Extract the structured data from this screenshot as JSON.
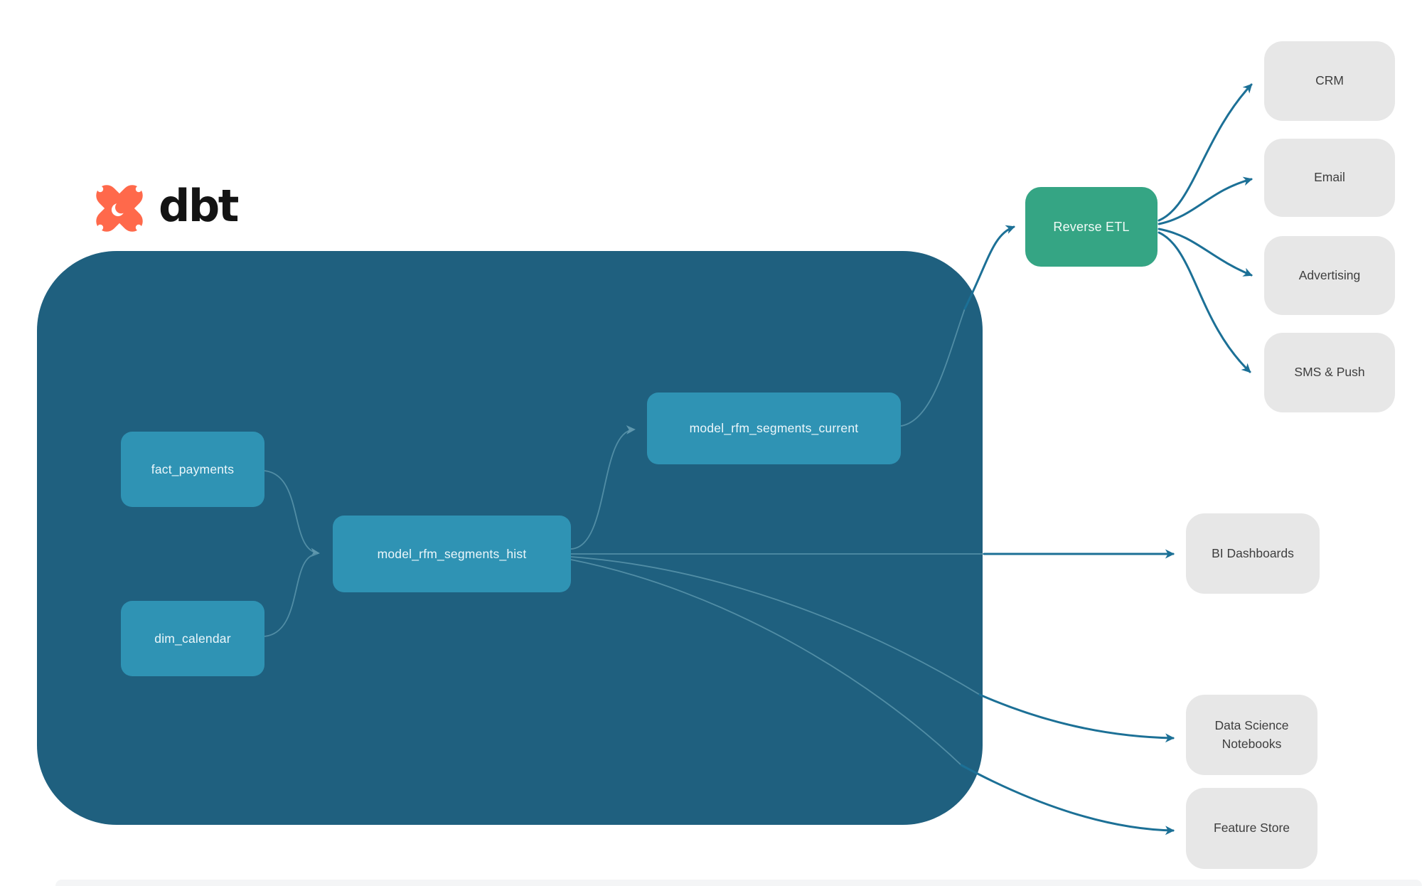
{
  "brand": {
    "name": "dbt"
  },
  "colors": {
    "container": "#1F607F",
    "node": "#2F93B4",
    "reverse_etl_green": "#35A584",
    "destination_gray": "#E7E7E7",
    "arrow_blue": "#1C7096",
    "inner_line_teal": "#5E99AF",
    "logo_orange": "#FF694B"
  },
  "warehouse": {
    "nodes": [
      {
        "label": "fact_payments"
      },
      {
        "label": "dim_calendar"
      },
      {
        "label": "model_rfm_segments_hist"
      },
      {
        "label": "model_rfm_segments_current"
      }
    ]
  },
  "reverse_etl": {
    "label": "Reverse ETL"
  },
  "destinations": [
    {
      "label": "CRM"
    },
    {
      "label": "Email"
    },
    {
      "label": "Advertising"
    },
    {
      "label": "SMS & Push"
    }
  ],
  "outputs": [
    {
      "label": "BI Dashboards"
    },
    {
      "label": "Data Science Notebooks"
    },
    {
      "label": "Feature Store"
    }
  ],
  "edges": [
    {
      "from": "fact_payments",
      "to": "model_rfm_segments_hist"
    },
    {
      "from": "dim_calendar",
      "to": "model_rfm_segments_hist"
    },
    {
      "from": "model_rfm_segments_hist",
      "to": "model_rfm_segments_current"
    },
    {
      "from": "model_rfm_segments_hist",
      "to": "BI Dashboards"
    },
    {
      "from": "model_rfm_segments_hist",
      "to": "Data Science Notebooks"
    },
    {
      "from": "model_rfm_segments_hist",
      "to": "Feature Store"
    },
    {
      "from": "model_rfm_segments_current",
      "to": "Reverse ETL"
    },
    {
      "from": "Reverse ETL",
      "to": "CRM"
    },
    {
      "from": "Reverse ETL",
      "to": "Email"
    },
    {
      "from": "Reverse ETL",
      "to": "Advertising"
    },
    {
      "from": "Reverse ETL",
      "to": "SMS & Push"
    }
  ]
}
